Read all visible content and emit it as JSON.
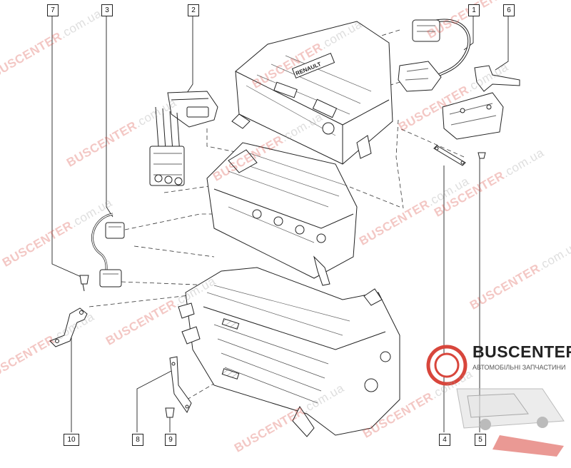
{
  "callouts": [
    {
      "id": "7",
      "label": "7"
    },
    {
      "id": "3",
      "label": "3"
    },
    {
      "id": "2",
      "label": "2"
    },
    {
      "id": "1",
      "label": "1"
    },
    {
      "id": "6",
      "label": "6"
    },
    {
      "id": "10",
      "label": "10"
    },
    {
      "id": "8",
      "label": "8"
    },
    {
      "id": "9",
      "label": "9"
    },
    {
      "id": "4",
      "label": "4"
    },
    {
      "id": "5",
      "label": "5"
    }
  ],
  "engine_badge": "RENAULT",
  "logo": {
    "name": "BUSCENTER",
    "subtitle": "АВТОМОБІЛЬНІ ЗАПЧАСТИНИ",
    "accent_color": "#d8463c"
  },
  "watermark": {
    "brand": "BUSCENTER",
    "domain": ".com.ua",
    "color": "#d8463c"
  }
}
